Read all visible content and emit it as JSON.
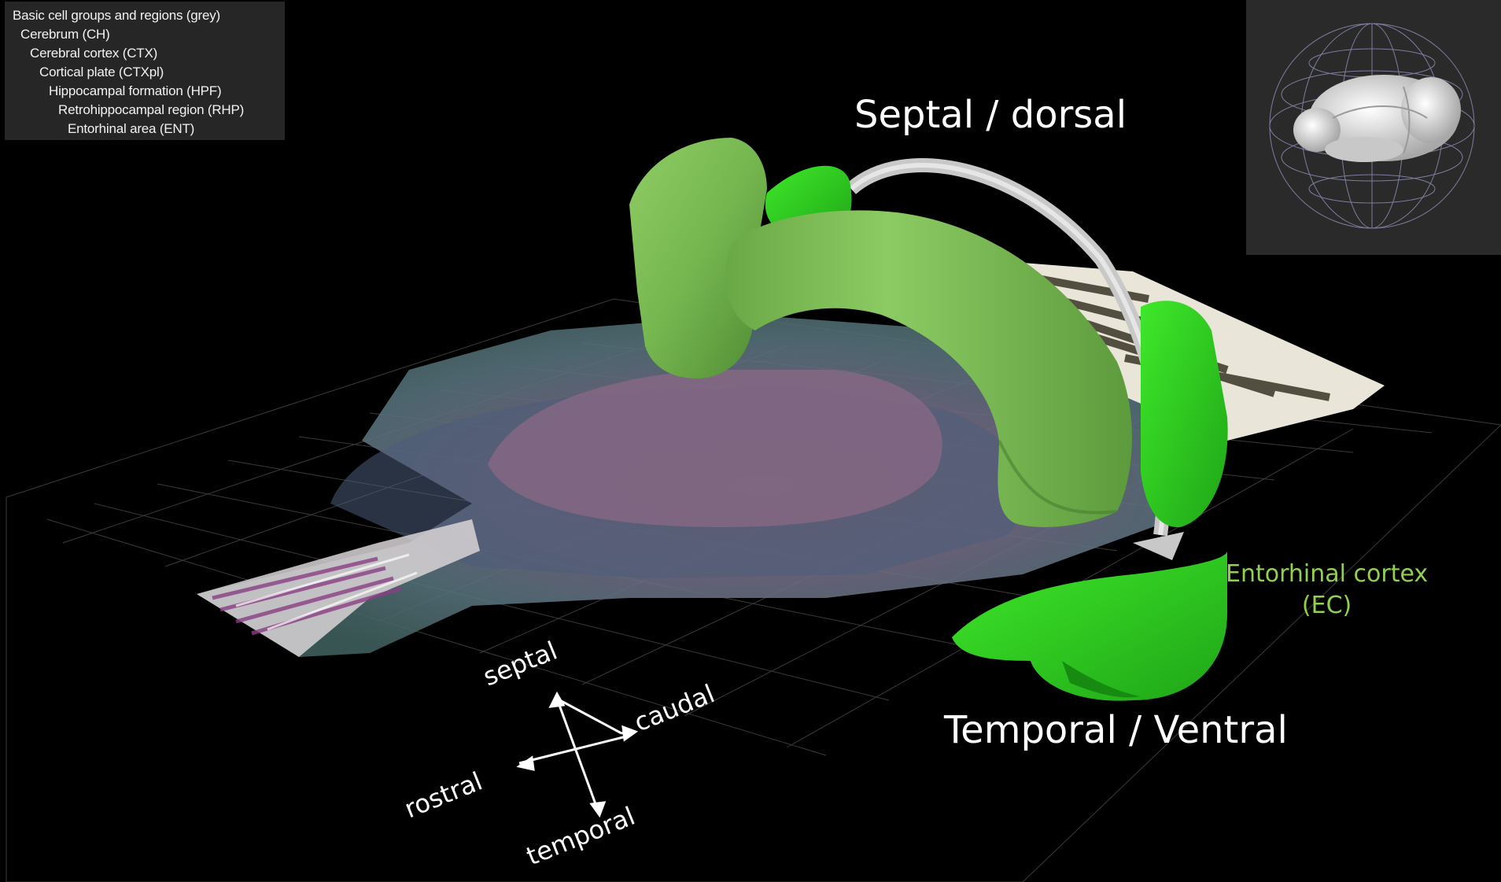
{
  "hierarchy": {
    "items": [
      {
        "label": "Basic cell groups and regions (grey)",
        "level": 0
      },
      {
        "label": "Cerebrum (CH)",
        "level": 1
      },
      {
        "label": "Cerebral cortex (CTX)",
        "level": 2
      },
      {
        "label": "Cortical plate (CTXpl)",
        "level": 3
      },
      {
        "label": "Hippocampal formation (HPF)",
        "level": 4
      },
      {
        "label": "Retrohippocampal region (RHP)",
        "level": 5
      },
      {
        "label": "Entorhinal area (ENT)",
        "level": 6
      }
    ]
  },
  "annotations": {
    "septal_dorsal": "Septal / dorsal",
    "temporal_ventral": "Temporal / Ventral",
    "ec_line1": "Entorhinal cortex",
    "ec_line2": "(EC)"
  },
  "axes": {
    "septal": "septal",
    "caudal": "caudal",
    "rostral": "rostral",
    "temporal": "temporal"
  },
  "colors": {
    "background": "#000000",
    "panel": "#262626",
    "hippocampus": "#7bbf55",
    "entorhinal": "#33d922",
    "ec_label": "#92d050",
    "arrow": "#bfbfbf"
  },
  "icons": {
    "orientation": "brain-orientation-sphere-icon"
  }
}
